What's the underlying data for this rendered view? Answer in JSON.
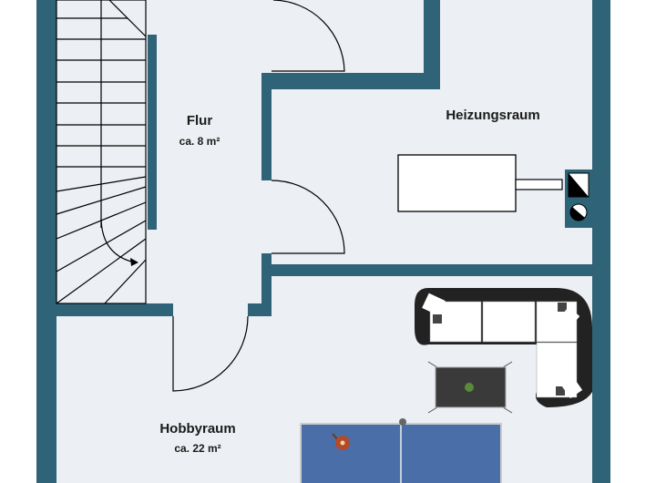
{
  "colors": {
    "wall": "#2f6378",
    "floor": "#eceff3",
    "table": "#4a6fa8"
  },
  "rooms": [
    {
      "name": "Flur",
      "area": "ca. 8 m²"
    },
    {
      "name": "Heizungsraum"
    },
    {
      "name": "Hobbyraum",
      "area": "ca. 22 m²"
    }
  ]
}
